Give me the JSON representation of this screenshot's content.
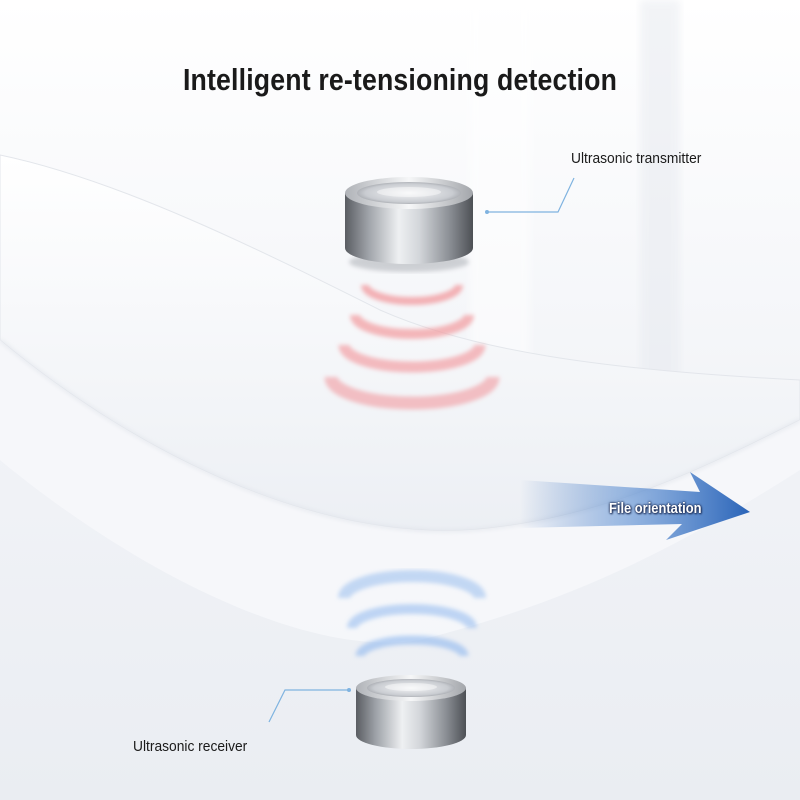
{
  "title": "Intelligent re-tensioning detection",
  "labels": {
    "transmitter": "Ultrasonic transmitter",
    "receiver": "Ultrasonic receiver",
    "file_orientation": "File orientation"
  },
  "colors": {
    "background": "#f4f5f8",
    "transmit_wave": "#f29a9e",
    "receive_wave": "#8fb8ee",
    "arrow": "#2a64b8",
    "leader_line": "#7fb3e0"
  },
  "icons": {
    "transmitter": "ultrasonic-transmitter-icon",
    "receiver": "ultrasonic-receiver-icon",
    "direction": "arrow-right-icon"
  }
}
